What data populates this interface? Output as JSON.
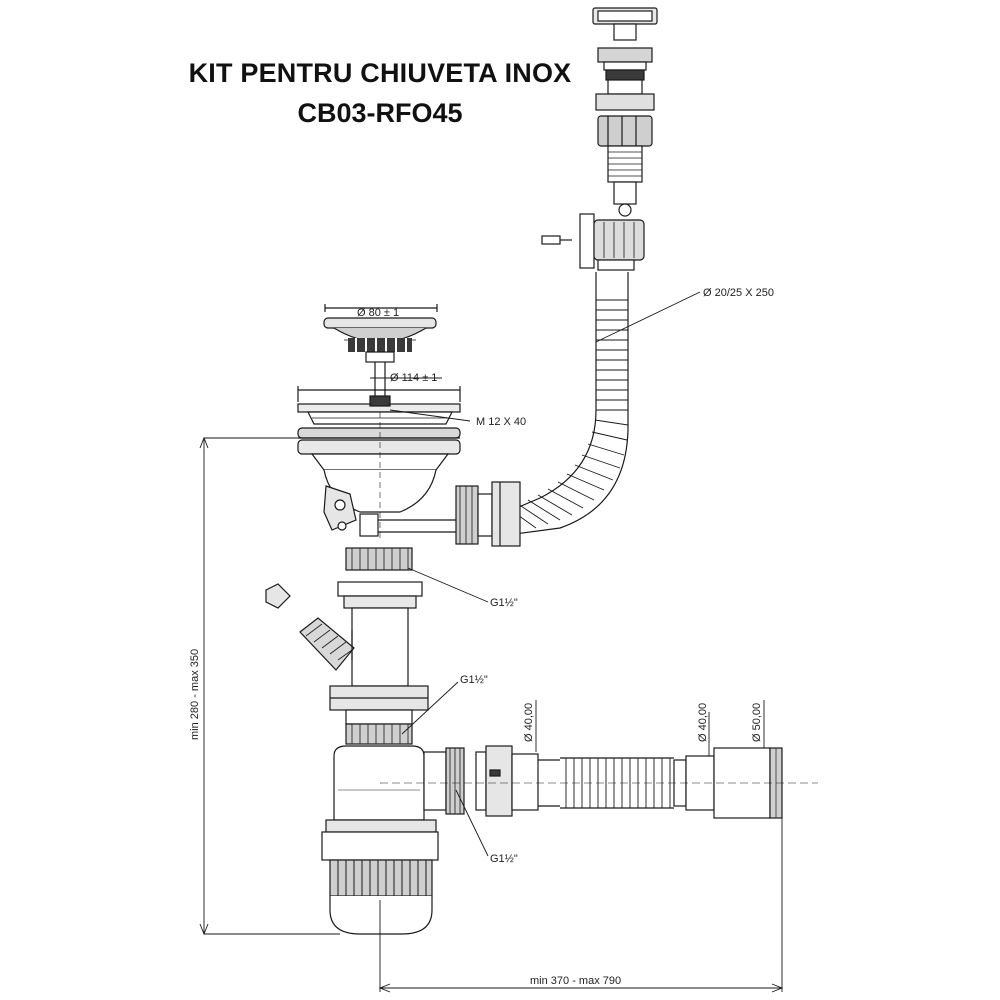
{
  "title": {
    "line1": "KIT PENTRU CHIUVETA INOX",
    "line2": "CB03-RFO45"
  },
  "labels": {
    "strainer_diameter": "Ø 80 ± 1",
    "flange_diameter": "Ø 114 ± 1",
    "screw": "M 12  X 40",
    "overflow_hose": "Ø 20/25 X 250",
    "thread_upper": "G1½\"",
    "thread_trap_top": "G1½\"",
    "thread_trap_side": "G1½\"",
    "pipe_d1": "Ø 40,00",
    "pipe_d2": "Ø 40,00",
    "pipe_d3": "Ø 50,00",
    "height_range": "min 280 - max 350",
    "length_range": "min 370 - max 790"
  },
  "colors": {
    "line": "#1a1a1a",
    "shade": "#bdbdbd",
    "dark": "#3a3a3a"
  }
}
